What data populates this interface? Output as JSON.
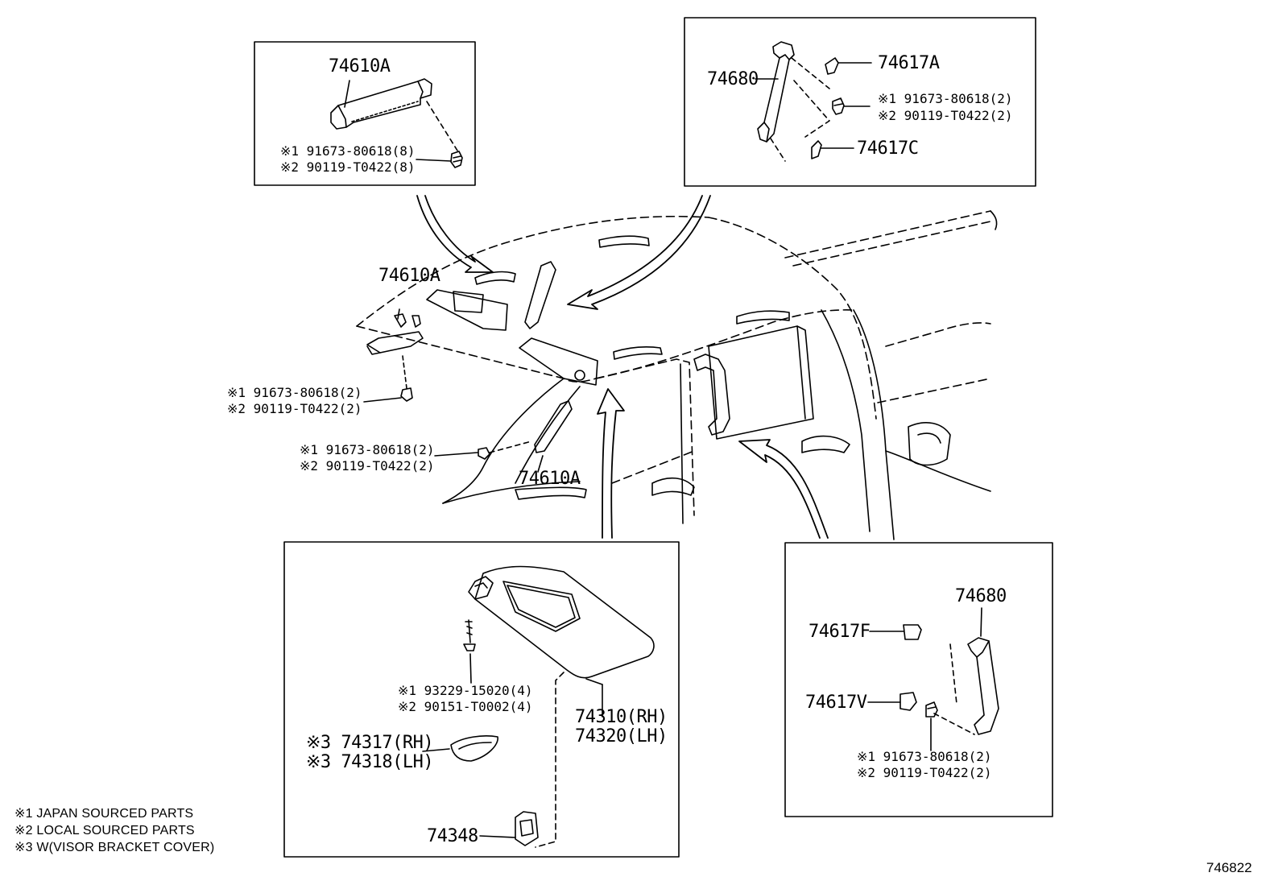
{
  "labels": {
    "tl_part": "74610A",
    "tl_note1": "※1 91673-80618(8)",
    "tl_note2": "※2 90119-T0422(8)",
    "tr_part": "74680",
    "tr_cap_a": "74617A",
    "tr_cap_c": "74617C",
    "tr_note1": "※1 91673-80618(2)",
    "tr_note2": "※2 90119-T0422(2)",
    "mid_part": "74610A",
    "mid_note1": "※1 91673-80618(2)",
    "mid_note2": "※2 90119-T0422(2)",
    "low_note1": "※1 91673-80618(2)",
    "low_note2": "※2 90119-T0422(2)",
    "low_part": "74610A",
    "bc_screw1": "※1 93229-15020(4)",
    "bc_screw2": "※2 90151-T0002(4)",
    "bc_visor_rh": "74310(RH)",
    "bc_visor_lh": "74320(LH)",
    "bc_cover_rh": "※3 74317(RH)",
    "bc_cover_lh": "※3 74318(LH)",
    "bc_holder": "74348",
    "br_part": "74680",
    "br_cap_f": "74617F",
    "br_cap_v": "74617V",
    "br_note1": "※1 91673-80618(2)",
    "br_note2": "※2 90119-T0422(2)"
  },
  "legend": [
    "※1 JAPAN SOURCED PARTS",
    "※2 LOCAL SOURCED PARTS",
    "※3 W(VISOR BRACKET COVER)"
  ],
  "reference": "746822"
}
